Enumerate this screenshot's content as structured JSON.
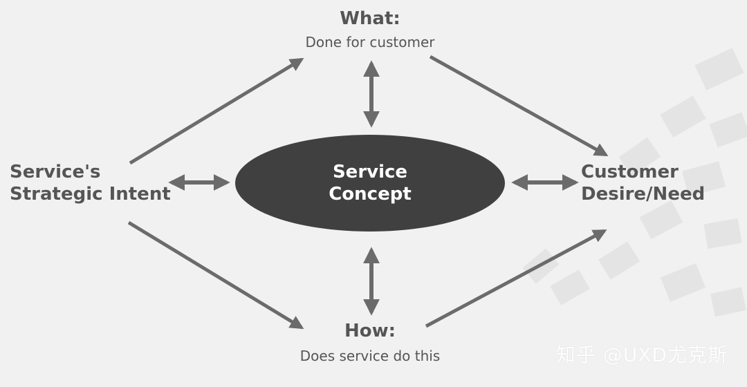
{
  "nodes": {
    "what": {
      "heading": "What:",
      "subtitle": "Done for customer"
    },
    "how": {
      "heading": "How:",
      "subtitle": "Does service do this"
    },
    "intent": {
      "line1": "Service's",
      "line2": "Strategic Intent"
    },
    "customer": {
      "line1": "Customer",
      "line2": "Desire/Need"
    },
    "concept": {
      "line1": "Service",
      "line2": "Concept"
    }
  },
  "watermark": "知乎 @UXD尤克斯",
  "colors": {
    "background": "#f1f1f1",
    "text": "#555555",
    "arrow": "#6b6b6b",
    "ellipse": "#404040",
    "concept_text": "#ffffff"
  }
}
